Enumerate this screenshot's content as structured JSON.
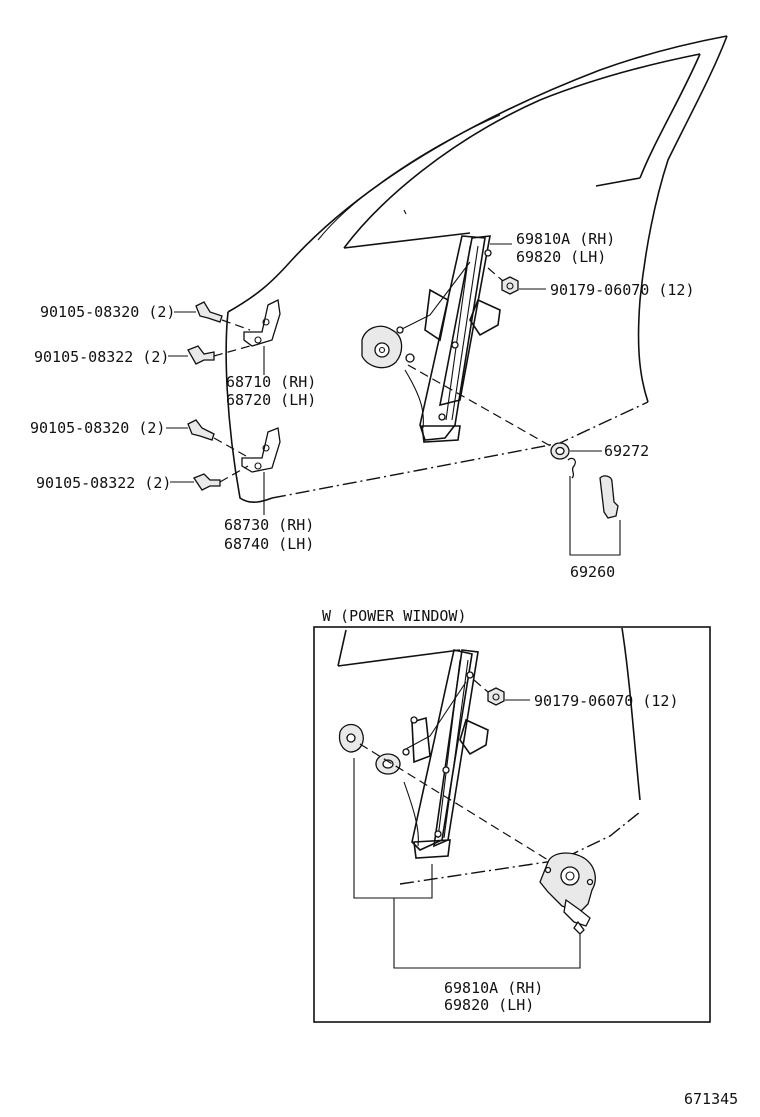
{
  "upper": {
    "regulator_label": [
      "69810A (RH)",
      "69820  (LH)"
    ],
    "nut_label": "90179-06070 (12)",
    "bolt_labels": [
      "90105-08320 (2)",
      "90105-08322 (2)",
      "90105-08320 (2)",
      "90105-08322 (2)"
    ],
    "upper_hinge_label": [
      "68710 (RH)",
      "68720 (LH)"
    ],
    "lower_hinge_label": [
      "68730 (RH)",
      "68740 (LH)"
    ],
    "washer_label": "69272",
    "handle_label": "69260"
  },
  "inset": {
    "title": "W (POWER WINDOW)",
    "nut_label": "90179-06070 (12)",
    "regulator_label": [
      "69810A (RH)",
      "69820  (LH)"
    ]
  },
  "figure_id": "671345"
}
